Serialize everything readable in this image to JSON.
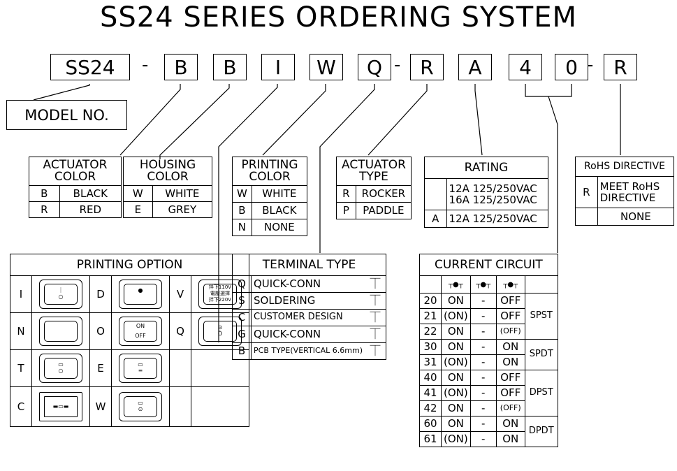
{
  "title": "SS24 SERIES ORDERING SYSTEM",
  "code": {
    "model": "SS24",
    "sep": "-",
    "letters": [
      "B",
      "B",
      "I",
      "W",
      "Q"
    ],
    "letters2": [
      "R",
      "A",
      "4",
      "0"
    ],
    "last": "R"
  },
  "model_no": "MODEL NO.",
  "actuator_color": {
    "header": "ACTUATOR COLOR",
    "rows": [
      [
        "B",
        "BLACK"
      ],
      [
        "R",
        "RED"
      ]
    ]
  },
  "housing_color": {
    "header": "HOUSING COLOR",
    "rows": [
      [
        "W",
        "WHITE"
      ],
      [
        "E",
        "GREY"
      ]
    ]
  },
  "printing_color": {
    "header": "PRINTING COLOR",
    "rows": [
      [
        "W",
        "WHITE"
      ],
      [
        "B",
        "BLACK"
      ],
      [
        "N",
        "NONE"
      ]
    ]
  },
  "actuator_type": {
    "header": "ACTUATOR TYPE",
    "rows": [
      [
        "R",
        "ROCKER"
      ],
      [
        "P",
        "PADDLE"
      ]
    ]
  },
  "rating": {
    "header": "RATING",
    "row1_l1": "12A 125/250VAC",
    "row1_l2": "16A 125/250VAC",
    "row2_code": "A",
    "row2_val": "12A 125/250VAC"
  },
  "rohs": {
    "header": "RoHS DIRECTIVE",
    "code": "R",
    "l1": "MEET RoHS",
    "l2": "DIRECTIVE",
    "none": "NONE"
  },
  "printing_option": {
    "header": "PRINTING OPTION",
    "codes": [
      "I",
      "D",
      "V",
      "N",
      "O",
      "Q",
      "T",
      "E",
      "",
      "C",
      "W",
      ""
    ],
    "v_text": [
      "拌下110V",
      "電壓選擇",
      "拌下220V"
    ],
    "o_text": [
      "ON",
      "OFF"
    ]
  },
  "terminal_type": {
    "header": "TERMINAL TYPE",
    "rows": [
      [
        "Q",
        "QUICK-CONN"
      ],
      [
        "S",
        "SOLDERING"
      ],
      [
        "C",
        "CUSTOMER DESIGN"
      ],
      [
        "G",
        "QUICK-CONN"
      ],
      [
        "B",
        "PCB TYPE(VERTICAL 6.6mm)"
      ]
    ]
  },
  "current_circuit": {
    "header": "CURRENT CIRCUIT",
    "rows": [
      [
        "20",
        "ON",
        "-",
        "OFF"
      ],
      [
        "21",
        "(ON)",
        "-",
        "OFF"
      ],
      [
        "22",
        "ON",
        "-",
        "(OFF)"
      ],
      [
        "30",
        "ON",
        "-",
        "ON"
      ],
      [
        "31",
        "(ON)",
        "-",
        "ON"
      ],
      [
        "40",
        "ON",
        "-",
        "OFF"
      ],
      [
        "41",
        "(ON)",
        "-",
        "OFF"
      ],
      [
        "42",
        "ON",
        "-",
        "(OFF)"
      ],
      [
        "60",
        "ON",
        "-",
        "ON"
      ],
      [
        "61",
        "(ON)",
        "-",
        "ON"
      ]
    ],
    "groups": [
      "SPST",
      "SPDT",
      "DPST",
      "DPDT"
    ]
  }
}
